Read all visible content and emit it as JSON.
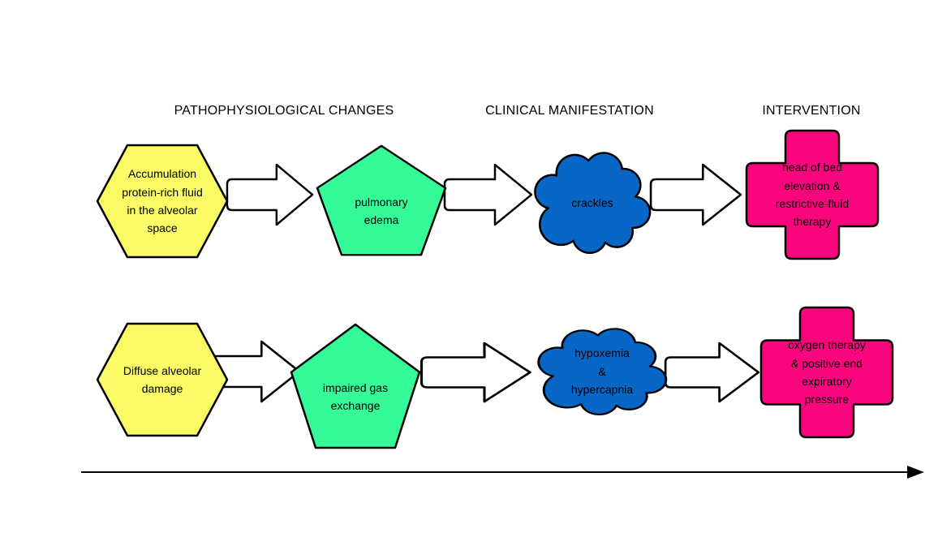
{
  "headers": [
    "PATHOPHYSIOLOGICAL CHANGES",
    "CLINICAL MANIFESTATION",
    "INTERVENTION"
  ],
  "rows": [
    {
      "pathophysiology": "Accumulation\nprotein-rich fluid\nin the alveolar\nspace",
      "process": "pulmonary\nedema",
      "manifestation": "crackles",
      "intervention": "head of bed\nelevation &\nrestrictive-fluid\ntherapy"
    },
    {
      "pathophysiology": "Diffuse alveolar\ndamage",
      "process": "impaired gas\nexchange",
      "manifestation": "hypoxemia\n&\nhypercapnia",
      "intervention": "oxygen therapy\n& positive end\nexpiratory\npressure"
    }
  ],
  "colors": {
    "hexagon": "#FBFB65",
    "pentagon": "#34FB98",
    "cloud": "#0866C6",
    "cross": "#F9067F",
    "arrow_fill": "#FFFFFF",
    "outline": "#000000"
  }
}
